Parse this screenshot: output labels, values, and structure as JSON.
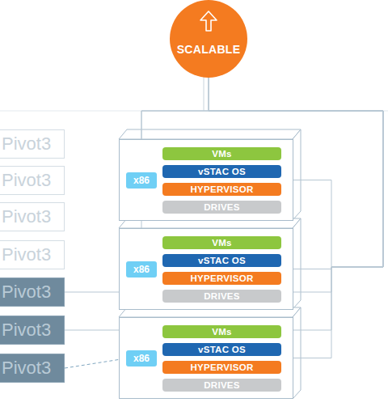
{
  "diagram": {
    "nodes": [
      {
        "text": [
          "SCALABLE"
        ]
      },
      {
        "text": [
          "Pivot3"
        ]
      },
      {
        "text": [
          "Pivot3"
        ]
      },
      {
        "text": [
          "Pivot3"
        ]
      },
      {
        "text": [
          "Pivot3"
        ]
      },
      {
        "text": [
          "Pivot3"
        ]
      },
      {
        "text": [
          "Pivot3"
        ]
      },
      {
        "text": [
          "Pivot3"
        ]
      },
      {
        "text": []
      },
      {
        "text": [
          "x86"
        ],
        "in": 8
      },
      {
        "text": [
          "VMs"
        ],
        "in": 8
      },
      {
        "text": [
          "vSTAC OS"
        ],
        "in": 8
      },
      {
        "text": [
          "HYPERVISOR"
        ],
        "in": 8
      },
      {
        "text": [
          "DRIVES"
        ],
        "in": 8
      },
      {
        "text": []
      },
      {
        "text": [
          "x86"
        ],
        "in": 14
      },
      {
        "text": [
          "VMs"
        ],
        "in": 14
      },
      {
        "text": [
          "vSTAC OS"
        ],
        "in": 14
      },
      {
        "text": [
          "HYPERVISOR"
        ],
        "in": 14
      },
      {
        "text": [
          "DRIVES"
        ],
        "in": 14
      },
      {
        "text": []
      },
      {
        "text": [
          "x86"
        ],
        "in": 20
      },
      {
        "text": [
          "VMs"
        ],
        "in": 20
      },
      {
        "text": [
          "vSTAC OS"
        ],
        "in": 20
      },
      {
        "text": [
          "HYPERVISOR"
        ],
        "in": 20
      },
      {
        "text": [
          "DRIVES"
        ],
        "in": 20
      }
    ],
    "edges": [
      {
        "from": 5,
        "to": 9,
        "arrow": "none"
      },
      {
        "from": 6,
        "to": 15,
        "arrow": "none"
      },
      {
        "from": 7,
        "to": 21,
        "arrow": "none"
      },
      {
        "from": 8,
        "to": 0,
        "arrow": "none"
      },
      {
        "from": 14,
        "to": 0,
        "arrow": "none"
      },
      {
        "from": 20,
        "to": 0,
        "arrow": "none"
      }
    ]
  }
}
